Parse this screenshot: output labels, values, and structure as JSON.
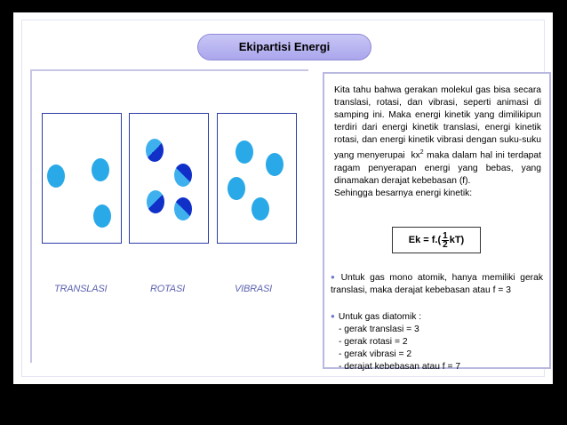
{
  "slide": {
    "title": "Ekipartisi Energi",
    "labels": {
      "translasi": "TRANSLASI",
      "rotasi": "ROTASI",
      "vibrasi": "VIBRASI"
    },
    "paragraph": {
      "intro": "Kita tahu bahwa gerakan molekul gas bisa secara translasi, rotasi, dan vibrasi, seperti animasi di samping ini. Maka energi kinetik yang dimilikipun terdiri dari energi kinetik translasi, energi kinetik rotasi, dan energi kinetik vibrasi dengan suku-suku yang menyerupai",
      "kx": "kx",
      "exp": "2",
      "rest": " maka dalam hal ini terdapat ragam penyerapan energi yang bebas, yang dinamakan derajat kebebasan (f).",
      "line2": "Sehingga besarnya energi kinetik:"
    },
    "formula": {
      "prefix": "Ek = f.(",
      "num": "1",
      "den": "2",
      "suffix": "kT)"
    },
    "bullet_mono": "Untuk gas mono atomik, hanya memiliki gerak translasi, maka derajat kebebasan atau f = 3",
    "bullet_diatomic": {
      "head": "Untuk gas diatomik :",
      "items": [
        "- gerak translasi = 3",
        "- gerak rotasi = 2",
        "- gerak vibrasi = 2",
        "- derajat kebebasan atau f = 7"
      ]
    },
    "colors": {
      "molecule": "#29a9e8",
      "rotation_dark": "#1030c8",
      "box_border": "#2c3ca8",
      "label": "#5e63b0",
      "title_bg": "#b6b2f0"
    }
  }
}
